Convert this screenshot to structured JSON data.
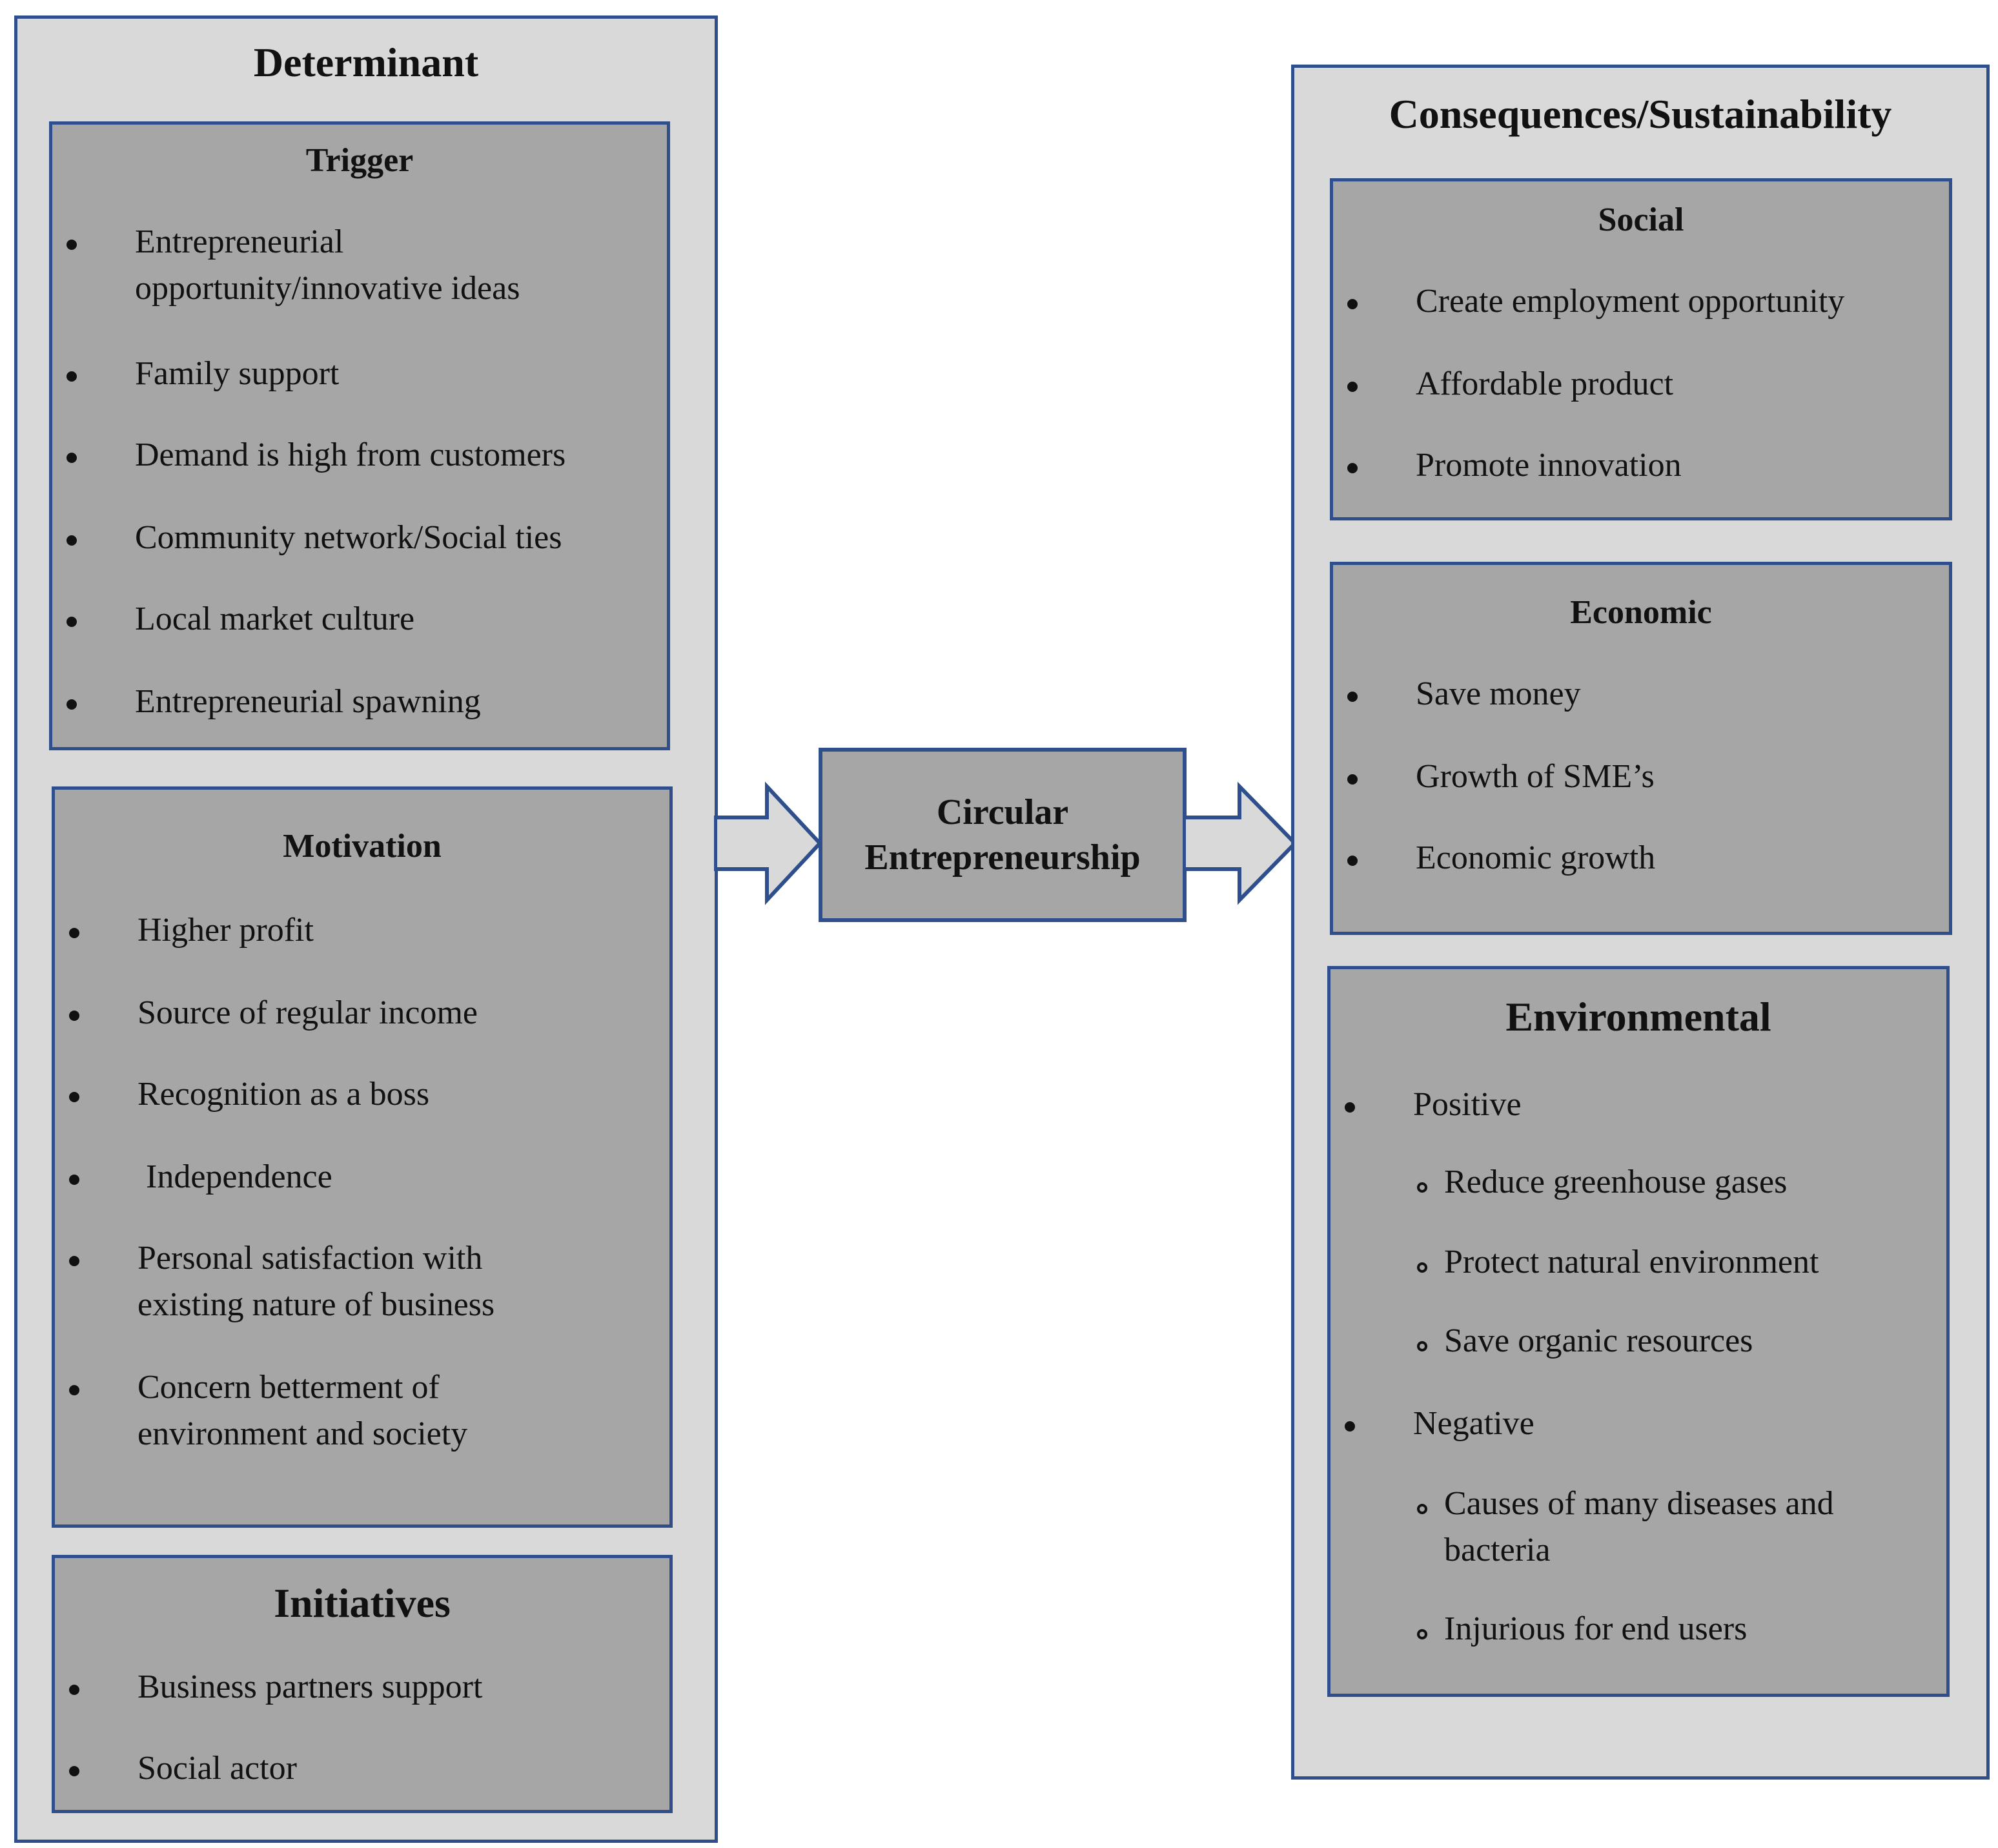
{
  "determinant": {
    "title": "Determinant",
    "trigger": {
      "title": "Trigger",
      "items": [
        "Entrepreneurial\nopportunity/innovative ideas",
        "Family support",
        "Demand is high from customers",
        "Community network/Social ties",
        "Local market culture",
        "Entrepreneurial spawning"
      ]
    },
    "motivation": {
      "title": "Motivation",
      "items": [
        "Higher profit",
        "Source of regular income",
        "Recognition as a boss",
        " Independence",
        "Personal satisfaction with\nexisting nature of business",
        "Concern betterment of\nenvironment and society"
      ]
    },
    "initiatives": {
      "title": "Initiatives",
      "items": [
        "Business partners support",
        "Social actor"
      ]
    }
  },
  "center": {
    "label": "Circular\nEntrepreneurship"
  },
  "consequences": {
    "title": "Consequences/Sustainability",
    "social": {
      "title": "Social",
      "items": [
        "Create employment opportunity",
        "Affordable product",
        "Promote innovation"
      ]
    },
    "economic": {
      "title": "Economic",
      "items": [
        "Save money",
        "Growth of SME’s",
        "Economic growth"
      ]
    },
    "environmental": {
      "title": "Environmental",
      "positive": {
        "label": "Positive",
        "items": [
          "Reduce greenhouse gases",
          "Protect natural environment",
          "Save organic resources"
        ]
      },
      "negative": {
        "label": "Negative",
        "items": [
          "Causes of many diseases and\nbacteria",
          "Injurious for end users"
        ]
      }
    }
  },
  "colors": {
    "border": "#2f4f8c",
    "panel_fill": "#d9d9d9",
    "box_fill": "#a6a6a6",
    "arrow_fill": "#d9d9d9"
  }
}
